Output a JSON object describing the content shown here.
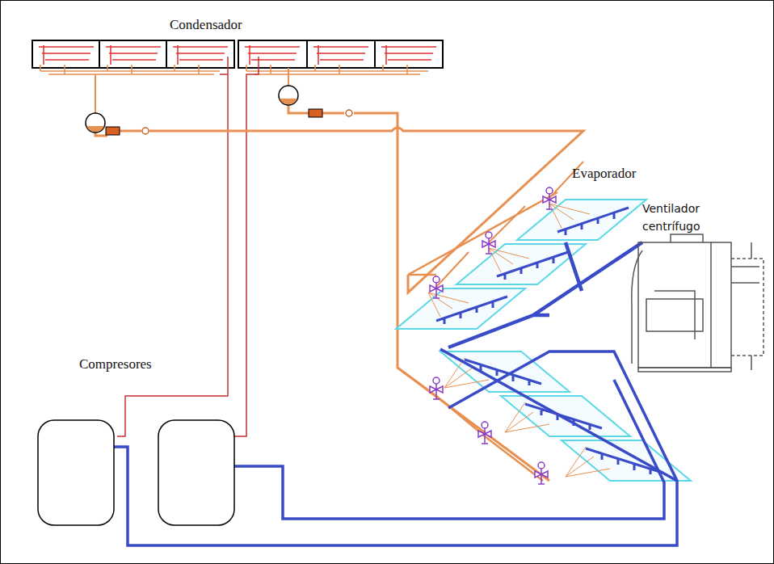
{
  "diagram": {
    "labels": [
      "Condensador",
      "Evaporador",
      "Ventilador centrífugo",
      "Compresores"
    ]
  }
}
